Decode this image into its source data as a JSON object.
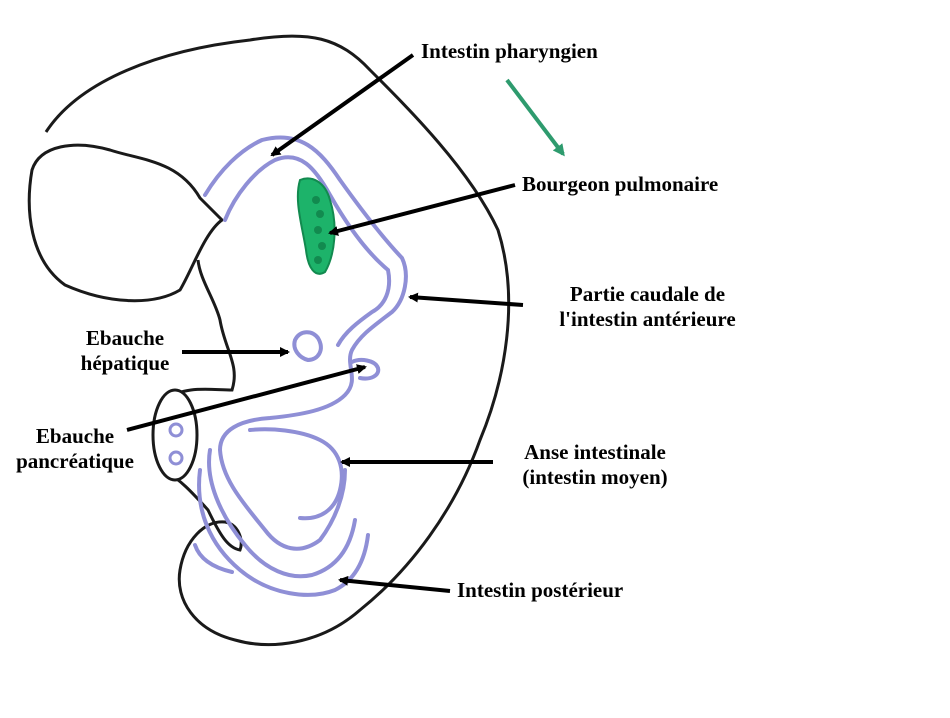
{
  "labels": {
    "intestin_pharyngien": "Intestin pharyngien",
    "bourgeon_pulmonaire": "Bourgeon pulmonaire",
    "partie_caudale_line1": "Partie caudale de",
    "partie_caudale_line2": "l'intestin antérieure",
    "ebauche_hepatique_line1": "Ebauche",
    "ebauche_hepatique_line2": "hépatique",
    "ebauche_pancreatique_line1": "Ebauche",
    "ebauche_pancreatique_line2": "pancréatique",
    "anse_intestinale_line1": "Anse intestinale",
    "anse_intestinale_line2": "(intestin moyen)",
    "intestin_posterieur": "Intestin postérieur"
  },
  "colors": {
    "outline": "#1a1a1a",
    "gut_tube": "#8f8fd6",
    "lung_bud": "#1db36a",
    "green_arrow": "#2e9b6e",
    "arrow": "#000000"
  }
}
